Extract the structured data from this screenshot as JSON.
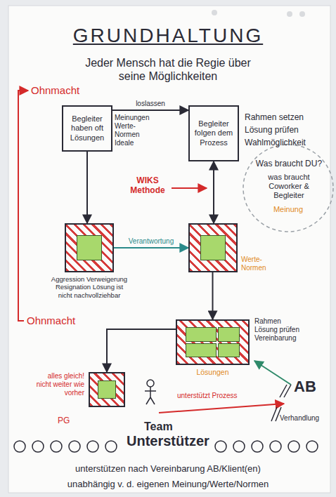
{
  "diagram": {
    "title": "GRUNDHALTUNG",
    "nodes": [
      {
        "text": [
          "Begleiter haben oft Lösungen"
        ]
      },
      {
        "text": [
          "Begleiter folgen dem Prozess"
        ]
      },
      {
        "text": [
          "Aggression Verweigerung Resignation Lösung ist nicht nachvollziehbar"
        ]
      },
      {
        "text": [
          "Werte-Normen"
        ]
      },
      {
        "text": [
          "Lösungen"
        ]
      },
      {
        "text": [
          "alles gleich! nicht weiter wie vorher"
        ]
      }
    ],
    "edges": [
      {
        "from": 0,
        "to": 1,
        "arrow": "to",
        "label": "loslassen"
      },
      {
        "from": 0,
        "to": 2,
        "arrow": "to"
      },
      {
        "from": 2,
        "to": 3,
        "arrow": "to",
        "label": "Verantwortung"
      },
      {
        "from": 1,
        "to": 3,
        "arrow": "both"
      },
      {
        "from": 3,
        "to": 4,
        "arrow": "to"
      },
      {
        "from": 4,
        "to": 5,
        "arrow": "to"
      }
    ],
    "labels": [
      "Jeder Mensch hat die Regie über seine Möglichkeiten",
      "Ohnmacht",
      "Meinungen Werte-Normen Ideale",
      "WIKS Methode",
      "Rahmen setzen",
      "Lösung prüfen",
      "Wahlmöglichkeit",
      "Was braucht DU?",
      "was braucht Coworker & Begleiter",
      "Meinung",
      "Ohnmacht",
      "Rahmen Lösung prüfen Vereinbarung",
      "AB",
      "Verhandlung",
      "unterstützt Prozess",
      "PG",
      "Team",
      "Unterstützer",
      "unterstützen nach Vereinbarung AB/Klient(en)",
      "unabhängig v. d. eigenen Meinung/Werte/Normen"
    ]
  }
}
